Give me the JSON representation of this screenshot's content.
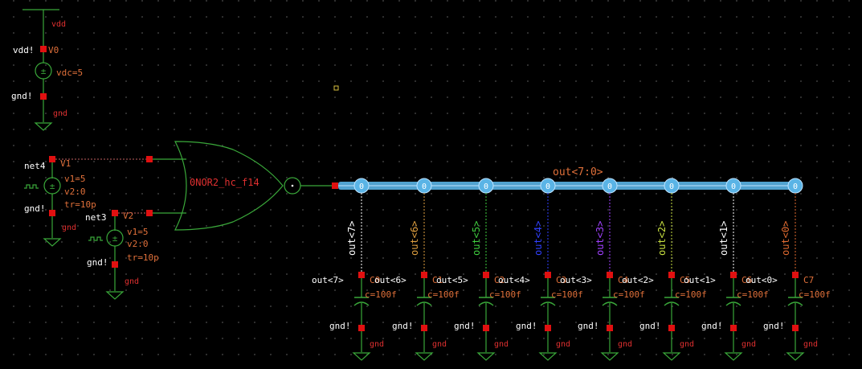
{
  "vsource_vdd": {
    "net_top": "vdd",
    "pin_label": "vdd!",
    "name": "V0",
    "param": "vdc=5",
    "gnd_label": "gnd!",
    "net_bottom": "gnd"
  },
  "vsource_v1": {
    "net_label": "net4",
    "name": "V1",
    "params": [
      "v1=5",
      "v2:0",
      "tr=10p"
    ],
    "gnd_label": "gnd!",
    "net_bottom": "gnd"
  },
  "vsource_v2": {
    "net_label": "net3",
    "name": "V2",
    "params": [
      "v1=5",
      "v2:0",
      "tr=10p"
    ],
    "gnd_label": "gnd!",
    "net_bottom": "gnd"
  },
  "gate": {
    "instance_label": "0NOR2_hc_f14"
  },
  "bus": {
    "label": "out<7:0>",
    "taps": [
      {
        "label": "out<7>",
        "color": "#ffffff"
      },
      {
        "label": "out<6>",
        "color": "#e0a040"
      },
      {
        "label": "out<5>",
        "color": "#40d040"
      },
      {
        "label": "out<4>",
        "color": "#3040ff"
      },
      {
        "label": "out<3>",
        "color": "#a040ff"
      },
      {
        "label": "out<2>",
        "color": "#c8e040"
      },
      {
        "label": "out<1>",
        "color": "#ffffff"
      },
      {
        "label": "out<0>",
        "color": "#e06a30"
      }
    ],
    "tap_marker": "0",
    "wire_color": "#5ab4e6"
  },
  "capacitors": [
    {
      "net": "out<7>",
      "name": "C0",
      "value": "c=100f",
      "gnd_label": "gnd!",
      "gnd_net": "gnd"
    },
    {
      "net": "out<6>",
      "name": "C1",
      "value": "c=100f",
      "gnd_label": "gnd!",
      "gnd_net": "gnd"
    },
    {
      "net": "out<5>",
      "name": "C2",
      "value": "c=100f",
      "gnd_label": "gnd!",
      "gnd_net": "gnd"
    },
    {
      "net": "out<4>",
      "name": "C3",
      "value": "c=100f",
      "gnd_label": "gnd!",
      "gnd_net": "gnd"
    },
    {
      "net": "out<3>",
      "name": "C4",
      "value": "c=100f",
      "gnd_label": "gnd!",
      "gnd_net": "gnd"
    },
    {
      "net": "out<2>",
      "name": "C5",
      "value": "c=100f",
      "gnd_label": "gnd!",
      "gnd_net": "gnd"
    },
    {
      "net": "out<1>",
      "name": "C6",
      "value": "c=100f",
      "gnd_label": "gnd!",
      "gnd_net": "gnd"
    },
    {
      "net": "out<0>",
      "name": "C7",
      "value": "c=100f",
      "gnd_label": "gnd!",
      "gnd_net": "gnd"
    }
  ],
  "colors": {
    "background": "#000000",
    "wire": "#3aa83a",
    "pin": "#e01010",
    "label_orange": "#e0703a",
    "bus_highlight": "#5ab4e6"
  }
}
